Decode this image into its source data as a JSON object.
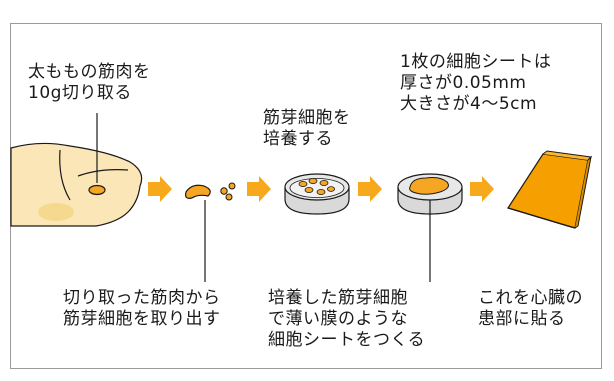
{
  "steps": {
    "harvest": "太ももの筋肉を\n10g切り取る",
    "extract": "切り取った筋肉から\n筋芽細胞を取り出す",
    "culture": "筋芽細胞を\n培養する",
    "sheet": "培養した筋芽細胞\nで薄い膜のような\n細胞シートをつくる",
    "spec": "1枚の細胞シートは\n厚さが0.05mm\n大きさが4〜5cm",
    "apply": "これを心臓の\n患部に貼る"
  },
  "colors": {
    "arrow": "#f7a81b",
    "tissue": "#f5a623",
    "skin": "#fbe6b8",
    "dish": "#d9d9d9",
    "sheet": "#f5a000",
    "outline": "#1a1a1a"
  }
}
